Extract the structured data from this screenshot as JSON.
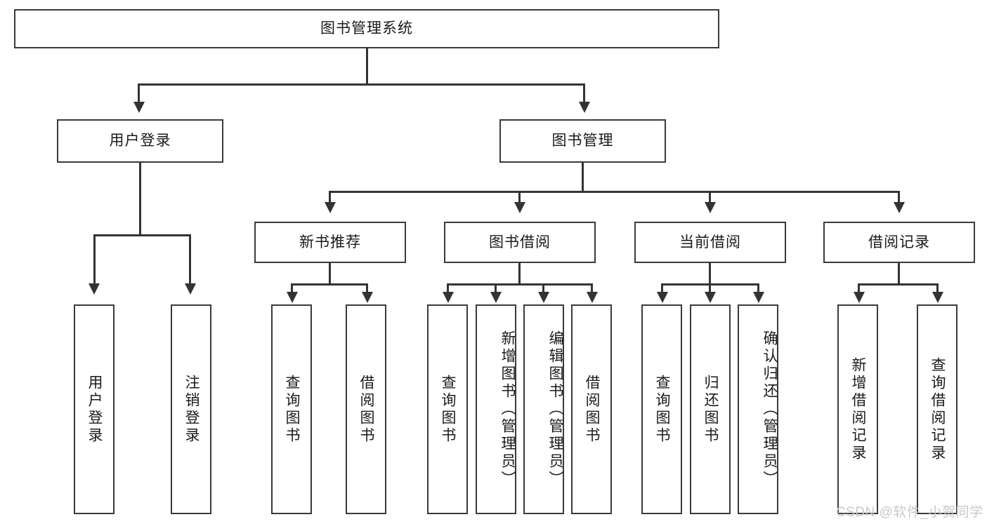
{
  "diagram": {
    "type": "tree",
    "title": "图书管理系统",
    "root": {
      "id": "root",
      "label": "图书管理系统",
      "orientation": "horizontal"
    },
    "level2": [
      {
        "id": "user-login",
        "label": "用户登录",
        "orientation": "horizontal"
      },
      {
        "id": "book-manage",
        "label": "图书管理",
        "orientation": "horizontal"
      }
    ],
    "level3": [
      {
        "id": "new-book-rec",
        "label": "新书推荐",
        "orientation": "horizontal",
        "parent": "book-manage"
      },
      {
        "id": "book-borrow",
        "label": "图书借阅",
        "orientation": "horizontal",
        "parent": "book-manage"
      },
      {
        "id": "current-borrow",
        "label": "当前借阅",
        "orientation": "horizontal",
        "parent": "book-manage"
      },
      {
        "id": "borrow-record",
        "label": "借阅记录",
        "orientation": "horizontal",
        "parent": "book-manage"
      }
    ],
    "leaves": [
      {
        "id": "leaf-user-login",
        "label": "用户登录",
        "orientation": "vertical",
        "parent": "user-login"
      },
      {
        "id": "leaf-logout",
        "label": "注销登录",
        "orientation": "vertical",
        "parent": "user-login"
      },
      {
        "id": "leaf-query-book-1",
        "label": "查询图书",
        "orientation": "vertical",
        "parent": "new-book-rec"
      },
      {
        "id": "leaf-borrow-book-1",
        "label": "借阅图书",
        "orientation": "vertical",
        "parent": "new-book-rec"
      },
      {
        "id": "leaf-query-book-2",
        "label": "查询图书",
        "orientation": "vertical",
        "parent": "book-borrow"
      },
      {
        "id": "leaf-add-book",
        "label": "新增图书（管理员）",
        "orientation": "vertical",
        "parent": "book-borrow"
      },
      {
        "id": "leaf-edit-book",
        "label": "编辑图书（管理员）",
        "orientation": "vertical",
        "parent": "book-borrow"
      },
      {
        "id": "leaf-borrow-book-2",
        "label": "借阅图书",
        "orientation": "vertical",
        "parent": "book-borrow"
      },
      {
        "id": "leaf-query-book-3",
        "label": "查询图书",
        "orientation": "vertical",
        "parent": "current-borrow"
      },
      {
        "id": "leaf-return-book",
        "label": "归还图书",
        "orientation": "vertical",
        "parent": "current-borrow"
      },
      {
        "id": "leaf-confirm-return",
        "label": "确认归还（管理员）",
        "orientation": "vertical",
        "parent": "current-borrow"
      },
      {
        "id": "leaf-add-record",
        "label": "新增借阅记录",
        "orientation": "vertical",
        "parent": "borrow-record"
      },
      {
        "id": "leaf-query-record",
        "label": "查询借阅记录",
        "orientation": "vertical",
        "parent": "borrow-record"
      }
    ]
  },
  "watermark": {
    "text": "CSDN @软件_小贺同学"
  },
  "colors": {
    "border": "#3a3a3a",
    "edge": "#333333",
    "text": "#1a1a1a",
    "background": "#ffffff",
    "watermark": "#c8c8c8"
  }
}
